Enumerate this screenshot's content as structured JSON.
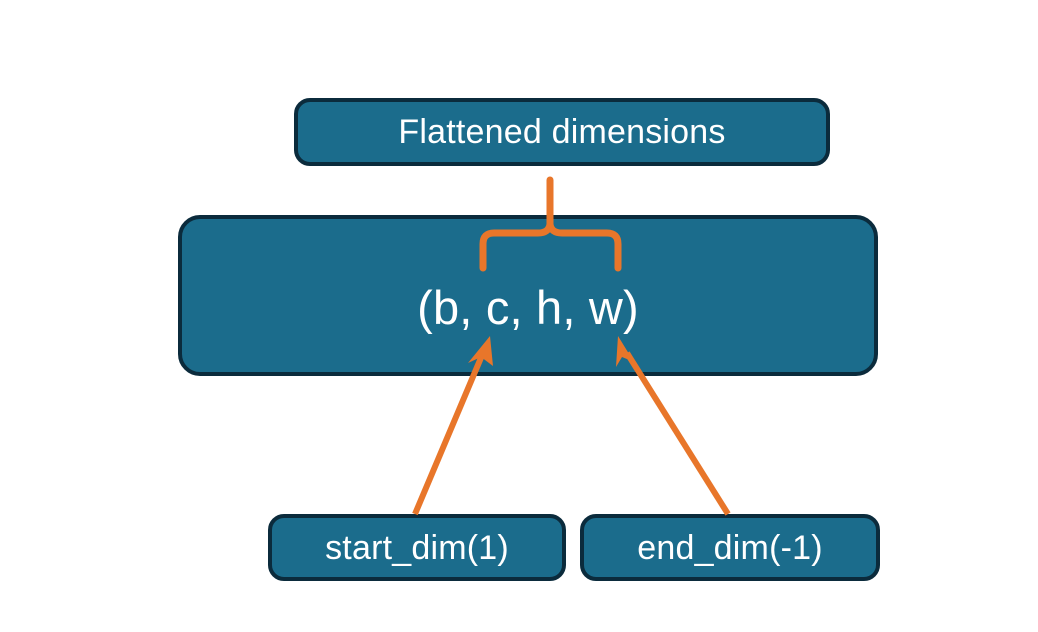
{
  "diagram": {
    "title_node": {
      "label": "Flattened dimensions",
      "name": "flattened-dimensions-box"
    },
    "shape_node": {
      "label": "(b, c, h, w)",
      "name": "tensor-shape-box",
      "dims": [
        "b",
        "c",
        "h",
        "w"
      ]
    },
    "param_nodes": [
      {
        "label": "start_dim(1)",
        "name": "start-dim-box",
        "value": "1"
      },
      {
        "label": "end_dim(-1)",
        "name": "end-dim-box",
        "value": "-1"
      }
    ],
    "connectors": [
      {
        "name": "brace-connector",
        "kind": "curly-brace",
        "from": "tensor-shape-box",
        "to": "flattened-dimensions-box",
        "spans_dims": [
          "c",
          "h",
          "w"
        ]
      },
      {
        "name": "start-dim-arrow",
        "kind": "arrow",
        "from": "start-dim-box",
        "to": "tensor-shape-box",
        "points_at_dim": "c"
      },
      {
        "name": "end-dim-arrow",
        "kind": "arrow",
        "from": "end-dim-box",
        "to": "tensor-shape-box",
        "points_at_dim": "w"
      }
    ],
    "colors": {
      "box_fill": "#1B6C8C",
      "box_border": "#0B2B3C",
      "box_text": "#FFFFFF",
      "connector": "#E8762A",
      "background": "#FFFFFF"
    }
  }
}
